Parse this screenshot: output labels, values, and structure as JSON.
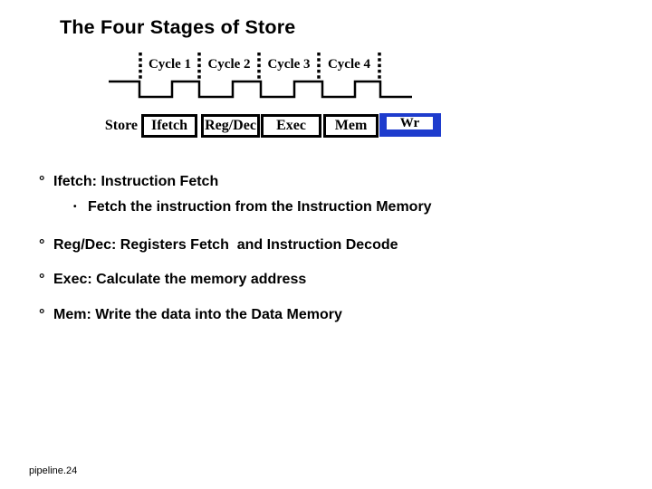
{
  "title": "The Four Stages of Store",
  "diagram": {
    "cycles": [
      "Cycle 1",
      "Cycle 2",
      "Cycle 3",
      "Cycle 4"
    ],
    "row_label": "Store",
    "stages": [
      "Ifetch",
      "Reg/Dec",
      "Exec",
      "Mem",
      "Wr"
    ],
    "highlighted_stage": "Wr",
    "highlight_color": "#1e3ccd",
    "line_color": "#000000"
  },
  "bullets": [
    {
      "marker": "°",
      "text": "Ifetch: Instruction Fetch"
    },
    {
      "marker": "•",
      "text": "Fetch the instruction from the Instruction Memory"
    },
    {
      "marker": "°",
      "text": "Reg/Dec: Registers Fetch  and Instruction Decode"
    },
    {
      "marker": "°",
      "text": "Exec: Calculate the memory address"
    },
    {
      "marker": "°",
      "text": "Mem: Write the data into the Data Memory"
    }
  ],
  "footer": "pipeline.24"
}
